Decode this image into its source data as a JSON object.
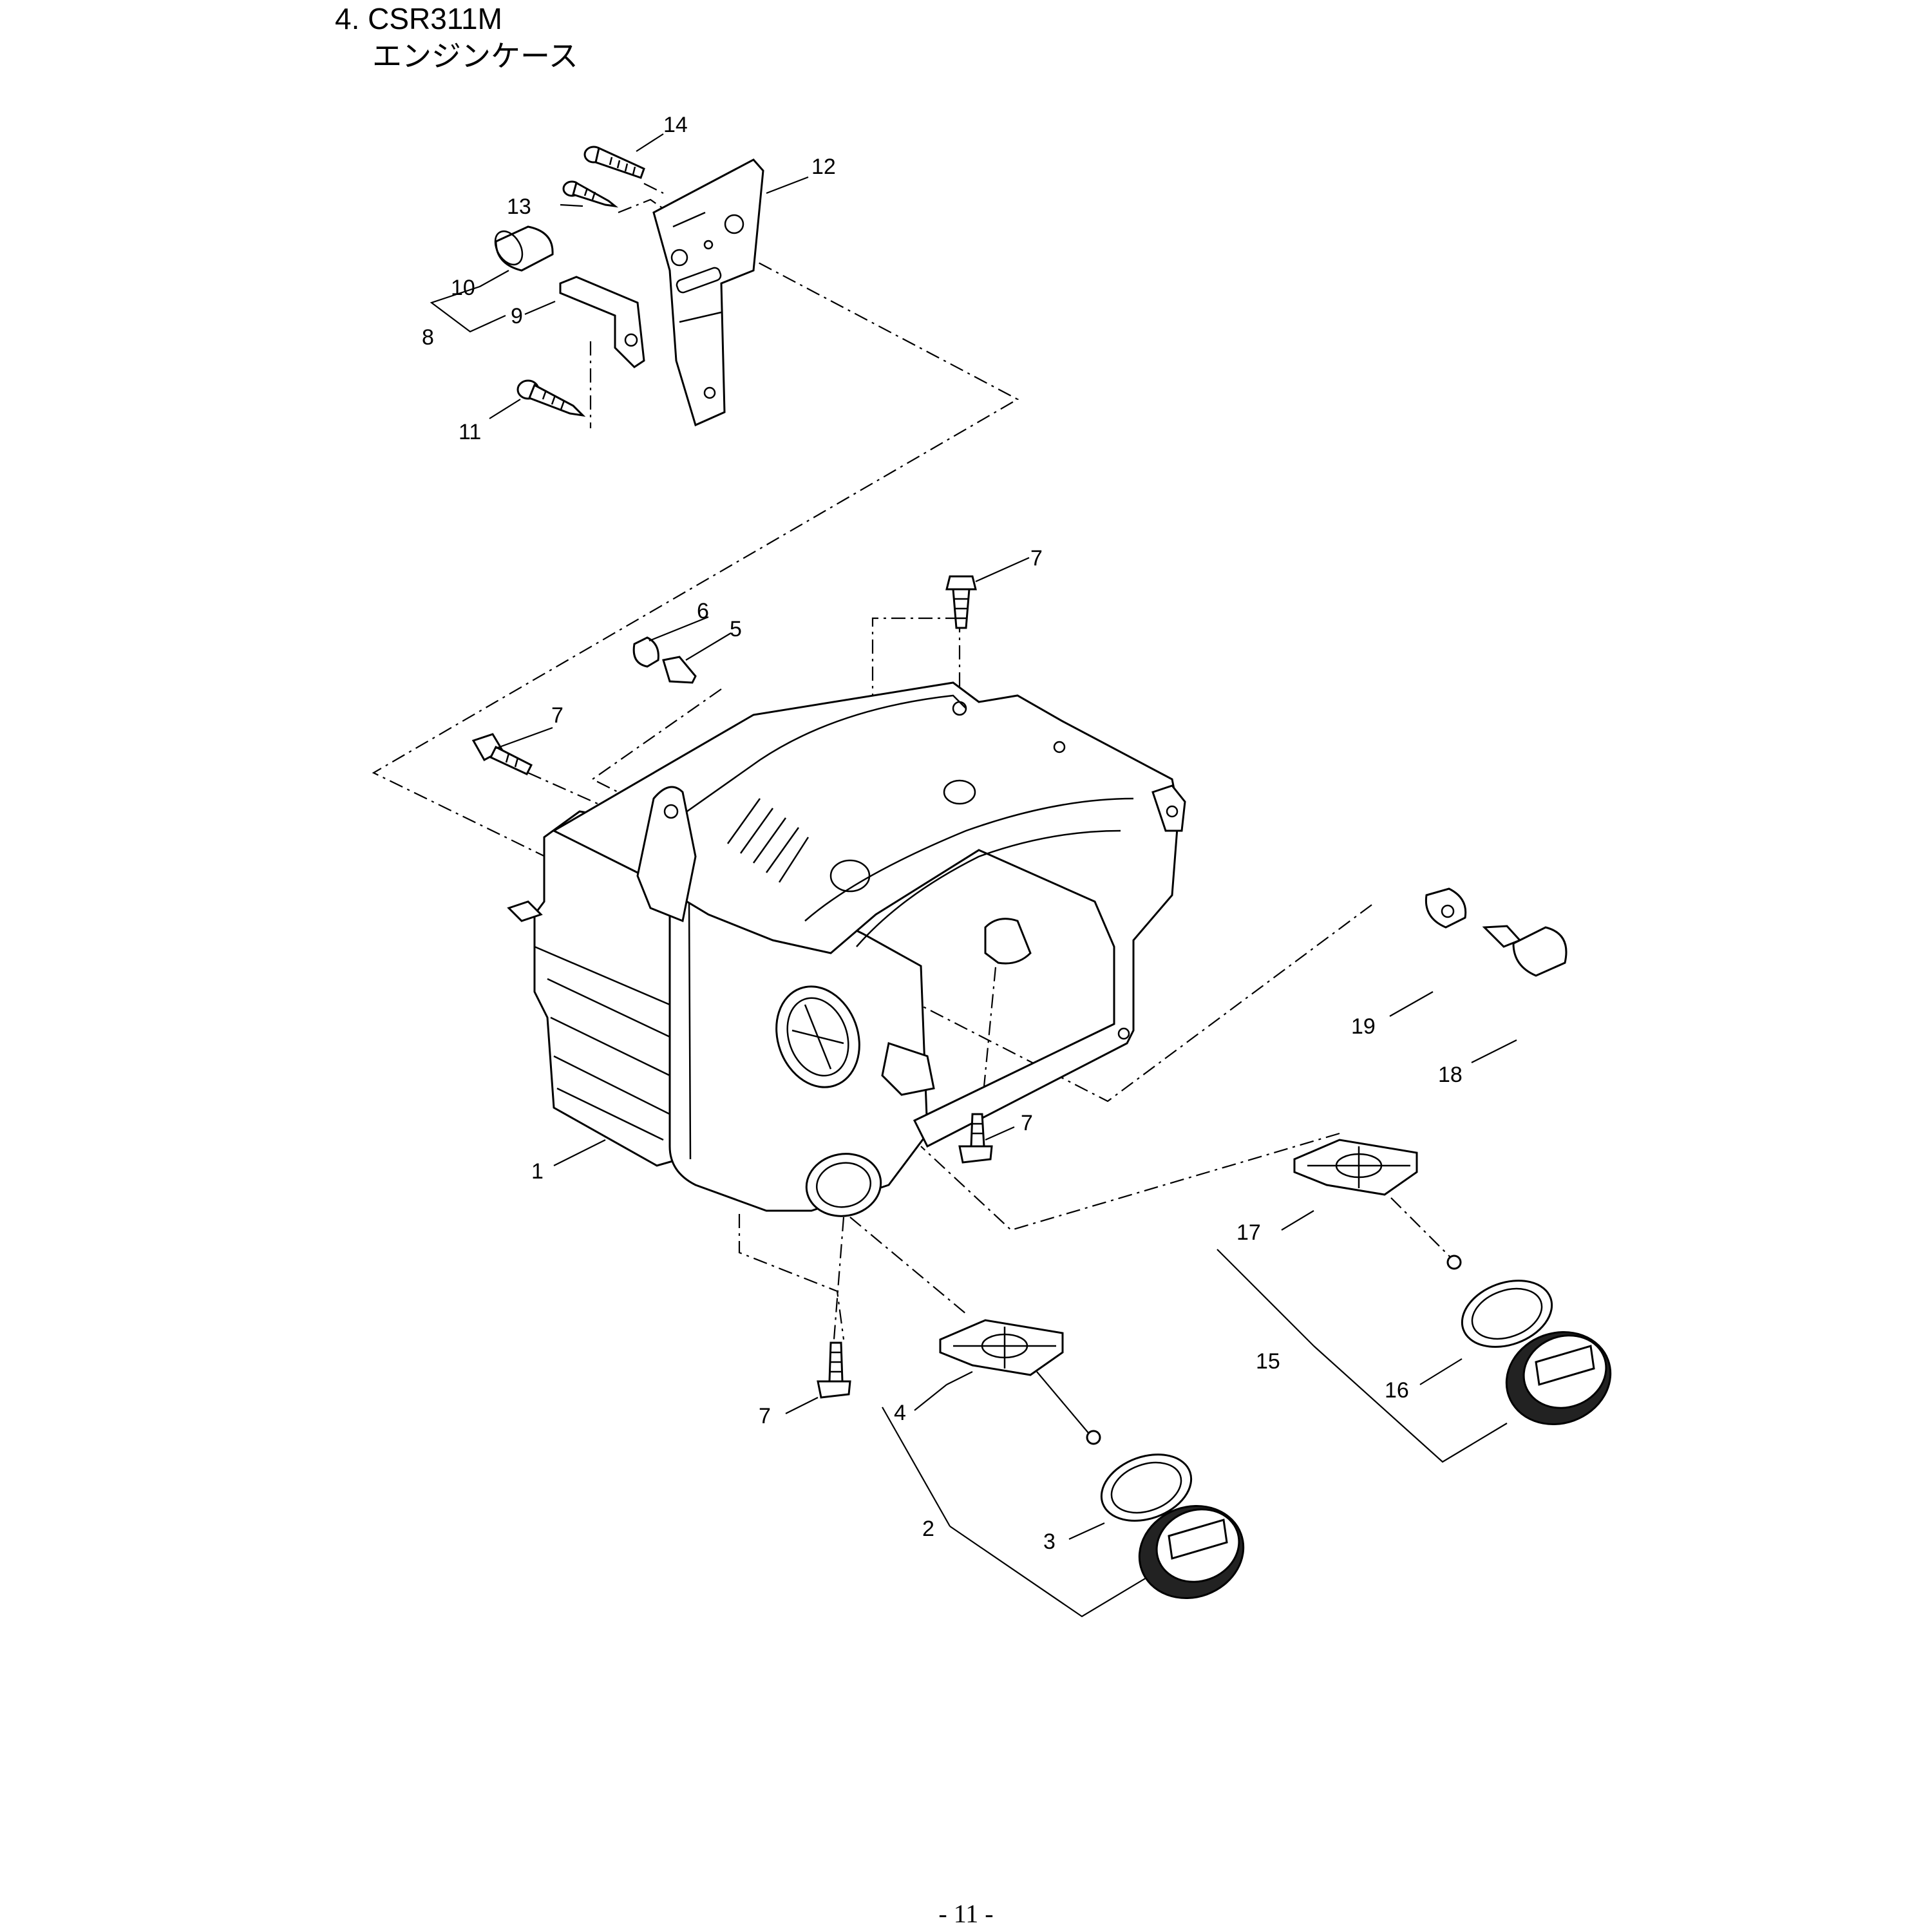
{
  "header": {
    "title": "4. CSR311M",
    "subtitle": "エンジンケース"
  },
  "footer": {
    "page_number": "- 11 -"
  },
  "callouts": {
    "p1": "1",
    "p2": "2",
    "p3": "3",
    "p4": "4",
    "p5": "5",
    "p6": "6",
    "p7a": "7",
    "p7b": "7",
    "p7c": "7",
    "p7d": "7",
    "p8": "8",
    "p9": "9",
    "p10": "10",
    "p11": "11",
    "p12": "12",
    "p13": "13",
    "p14": "14",
    "p15": "15",
    "p16": "16",
    "p17": "17",
    "p18": "18",
    "p19": "19"
  }
}
